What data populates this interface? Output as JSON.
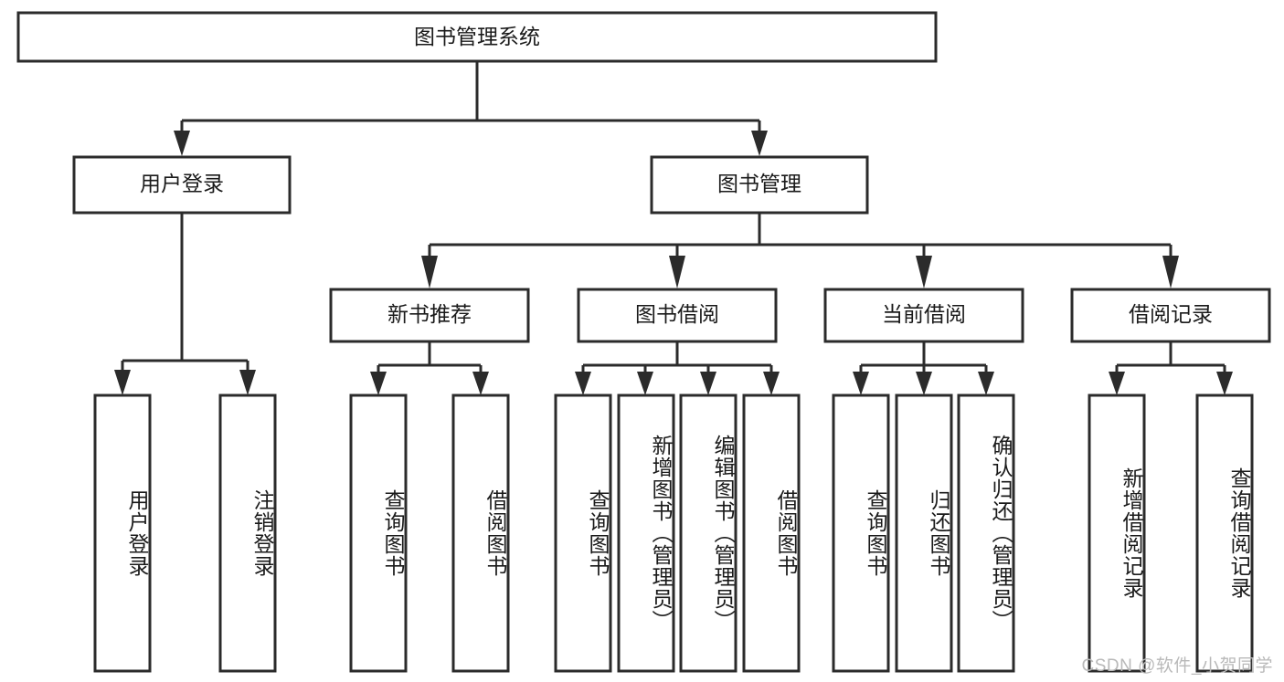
{
  "diagram": {
    "type": "tree",
    "title": "图书管理系统",
    "watermark": "CSDN @软件_小贺同学",
    "colors": {
      "stroke": "#2b2b2b",
      "fill": "#ffffff",
      "text": "#1a1a1a",
      "watermark": "#b9b9b9",
      "background": "#ffffff"
    },
    "levels": {
      "root": "图书管理系统",
      "level2": [
        "用户登录",
        "图书管理"
      ],
      "level3": [
        "新书推荐",
        "图书借阅",
        "当前借阅",
        "借阅记录"
      ],
      "level4": [
        "用户登录",
        "注销登录",
        "查询图书",
        "借阅图书",
        "查询图书",
        "新增图书（管理员）",
        "编辑图书（管理员）",
        "借阅图书",
        "查询图书",
        "归还图书",
        "确认归还（管理员）",
        "新增借阅记录",
        "查询借阅记录"
      ]
    },
    "nodes": {
      "root": {
        "label": "图书管理系统"
      },
      "user_login": {
        "label": "用户登录"
      },
      "book_manage": {
        "label": "图书管理"
      },
      "new_book_rec": {
        "label": "新书推荐"
      },
      "book_borrow": {
        "label": "图书借阅"
      },
      "current_borrow": {
        "label": "当前借阅"
      },
      "borrow_record": {
        "label": "借阅记录"
      },
      "leaf_user_login": {
        "label": "用户登录"
      },
      "leaf_logout": {
        "label": "注销登录"
      },
      "leaf_query_book_a": {
        "label": "查询图书"
      },
      "leaf_borrow_book_a": {
        "label": "借阅图书"
      },
      "leaf_query_book_b": {
        "label": "查询图书"
      },
      "leaf_add_book_admin": {
        "label": "新增图书（管理员）"
      },
      "leaf_edit_book_admin": {
        "label": "编辑图书（管理员）"
      },
      "leaf_borrow_book_b": {
        "label": "借阅图书"
      },
      "leaf_query_book_c": {
        "label": "查询图书"
      },
      "leaf_return_book": {
        "label": "归还图书"
      },
      "leaf_confirm_return_admin": {
        "label": "确认归还（管理员）"
      },
      "leaf_add_record": {
        "label": "新增借阅记录"
      },
      "leaf_query_record": {
        "label": "查询借阅记录"
      }
    }
  }
}
